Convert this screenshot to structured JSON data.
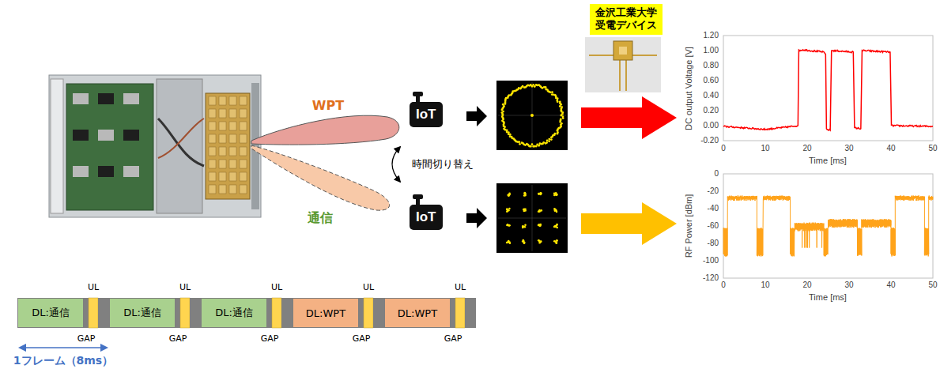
{
  "diagram": {
    "nodes": [
      {
        "text": [
          "IoT"
        ]
      },
      {
        "text": [
          "IoT"
        ]
      },
      {
        "text": [
          "金沢工業大学 受電デバイス"
        ]
      },
      {
        "text": [
          "DL:通信"
        ]
      },
      {
        "text": [
          "DL:通信"
        ]
      },
      {
        "text": [
          "DL:通信"
        ]
      },
      {
        "text": [
          "DL:WPT"
        ]
      },
      {
        "text": [
          "DL:WPT"
        ]
      }
    ],
    "labels": [
      "WPT",
      "通信",
      "時間切り替え",
      "UL",
      "UL",
      "UL",
      "UL",
      "UL",
      "GAP",
      "GAP",
      "GAP",
      "GAP",
      "GAP",
      "1フレーム（8ms）",
      "1.20",
      "1.00",
      "0.80",
      "0.60",
      "0.40",
      "0.20",
      "0.00",
      "-0.20",
      "0",
      "10",
      "20",
      "30",
      "40",
      "50",
      "Time [ms]",
      "DC output Voltage [V]",
      "0",
      "-20",
      "-40",
      "-60",
      "-80",
      "-100",
      "-120",
      "0",
      "10",
      "20",
      "30",
      "40",
      "50",
      "Time [ms]",
      "RF Power [dBm]"
    ]
  }
}
